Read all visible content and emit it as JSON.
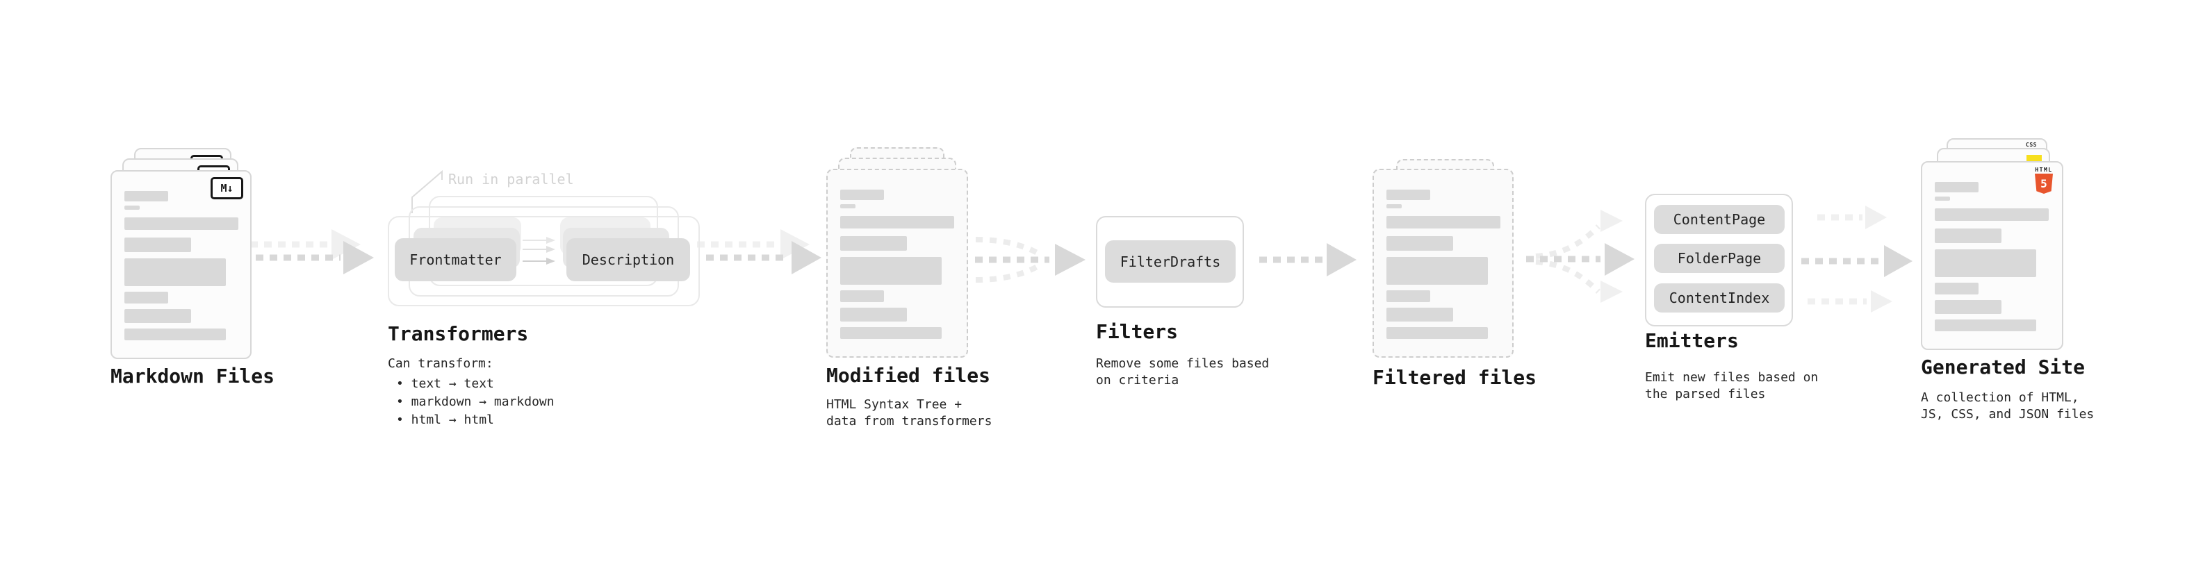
{
  "diagram_title": "static-site-generation-pipeline",
  "stages": {
    "markdown": {
      "label": "Markdown Files",
      "badge": "M↓"
    },
    "transformers": {
      "label": "Transformers",
      "note": "Run in parallel",
      "pill_from": "Frontmatter",
      "pill_to": "Description",
      "caption_title": "Can transform:",
      "bullets": [
        "• text → text",
        "• markdown → markdown",
        "• html → html"
      ]
    },
    "modified": {
      "label": "Modified files",
      "caption": "HTML Syntax Tree +\ndata from transformers"
    },
    "filters": {
      "label": "Filters",
      "pill": "FilterDrafts",
      "caption": "Remove some files based\non criteria"
    },
    "filtered": {
      "label": "Filtered files"
    },
    "emitters": {
      "label": "Emitters",
      "pills": [
        "ContentPage",
        "FolderPage",
        "ContentIndex"
      ],
      "caption": "Emit new files based on\nthe parsed files"
    },
    "site": {
      "label": "Generated Site",
      "caption": "A collection of HTML,\nJS, CSS, and JSON files",
      "css_badge": "CSS",
      "html_badge_word": "HTML",
      "html_badge_number": "5"
    }
  },
  "colors": {
    "background": "#ffffff",
    "text": "#1f1f1f",
    "note_text": "#d2d2d2",
    "doc_bar": "#d9d9d9",
    "pill_bg": "#dcdcdc",
    "arrow": "#d8d8d8",
    "arrow_light": "#f0f0f0",
    "accent_html5": "#e8552d",
    "accent_js": "#f7df1e",
    "accent_css": "#2965f1"
  }
}
